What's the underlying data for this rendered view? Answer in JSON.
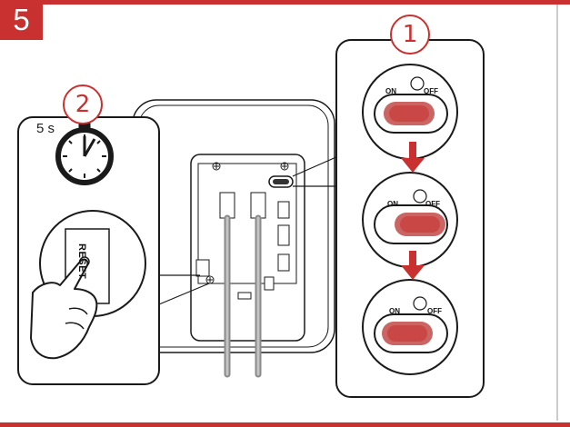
{
  "step_number": "5",
  "callouts": {
    "switch_step": "1",
    "reset_step": "2"
  },
  "reset_panel": {
    "duration": "5 s",
    "button_label": "RESET"
  },
  "switch_panel": {
    "on_label": "ON",
    "off_label": "OFF"
  },
  "colors": {
    "accent": "#c8312f",
    "outline": "#1a1a1a",
    "cable": "#9a9a9a"
  }
}
